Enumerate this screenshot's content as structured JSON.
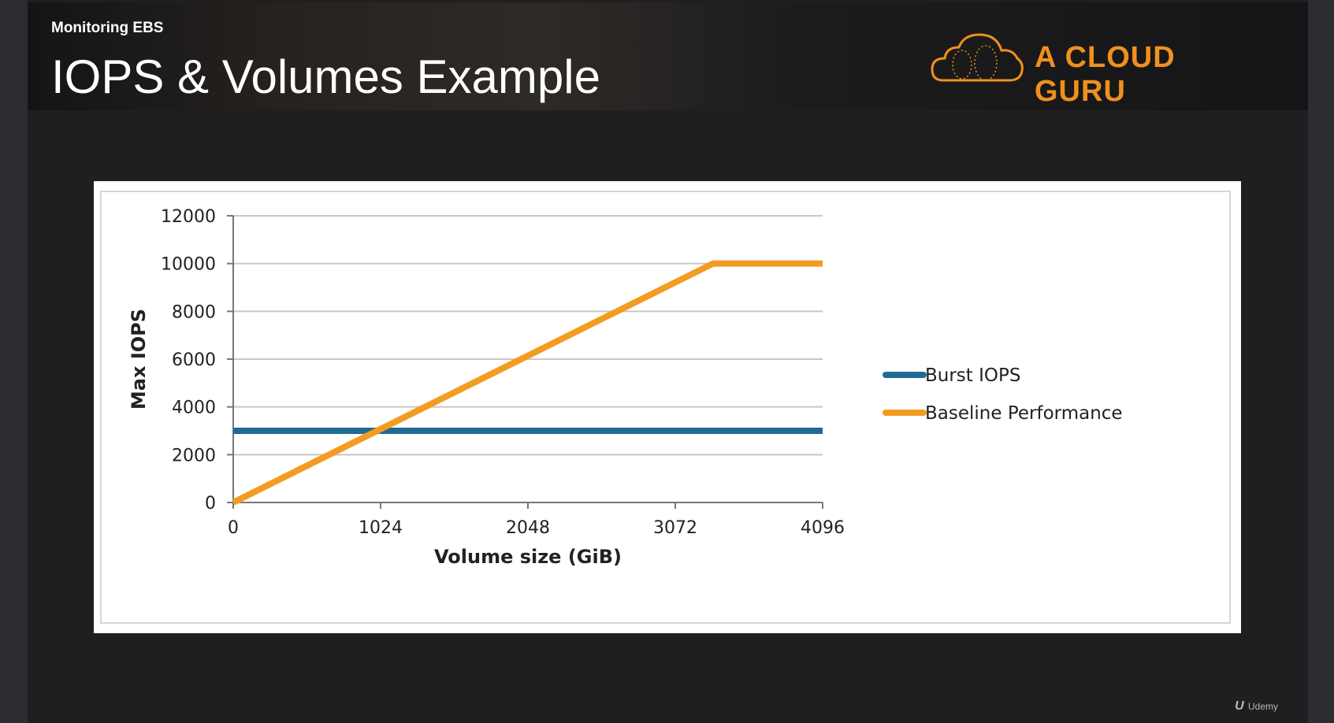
{
  "header": {
    "subtitle": "Monitoring EBS",
    "title": "IOPS & Volumes Example",
    "brand": "A CLOUD GURU"
  },
  "watermark": {
    "icon": "udemy-icon",
    "label": "Udemy"
  },
  "colors": {
    "accent": "#f0901d",
    "burst": "#1f6b96",
    "baseline": "#f39c22",
    "grid": "#c8c8c8"
  },
  "chart_data": {
    "type": "line",
    "xlabel": "Volume size (GiB)",
    "ylabel": "Max IOPS",
    "xlim": [
      0,
      4096
    ],
    "ylim": [
      0,
      12000
    ],
    "xticks": [
      0,
      1024,
      2048,
      3072,
      4096
    ],
    "yticks": [
      0,
      2000,
      4000,
      6000,
      8000,
      10000,
      12000
    ],
    "grid": true,
    "legend": "right",
    "series": [
      {
        "name": "Burst IOPS",
        "color": "#1f6b96",
        "x": [
          0,
          4096
        ],
        "y": [
          3000,
          3000
        ]
      },
      {
        "name": "Baseline Performance",
        "color": "#f39c22",
        "x": [
          0,
          3334,
          4096
        ],
        "y": [
          0,
          10000,
          10000
        ]
      }
    ]
  }
}
